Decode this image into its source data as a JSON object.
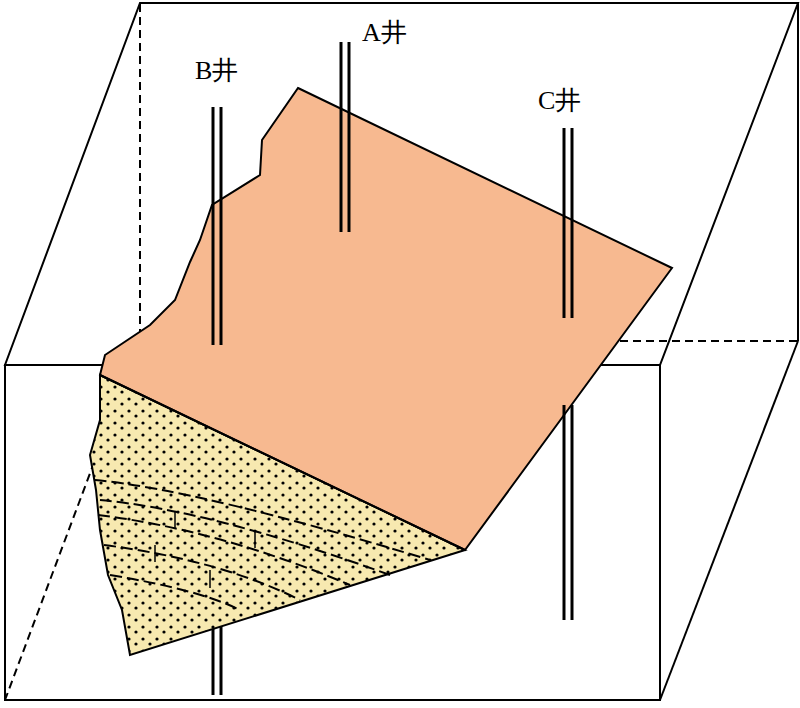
{
  "diagram": {
    "labels": [
      "B井",
      "A井",
      "C井"
    ]
  }
}
